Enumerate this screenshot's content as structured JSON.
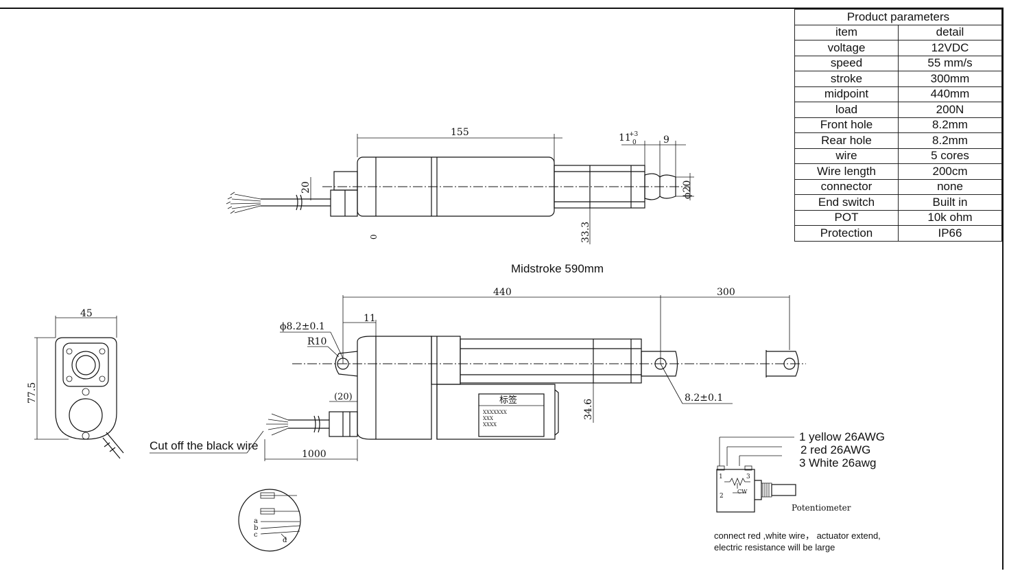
{
  "table": {
    "title": "Product parameters",
    "header": {
      "item": "item",
      "detail": "detail"
    },
    "rows": [
      {
        "item": "voltage",
        "detail": "12VDC"
      },
      {
        "item": "speed",
        "detail": "55 mm/s"
      },
      {
        "item": "stroke",
        "detail": "300mm"
      },
      {
        "item": "midpoint",
        "detail": "440mm"
      },
      {
        "item": "load",
        "detail": "200N"
      },
      {
        "item": "Front hole",
        "detail": "8.2mm"
      },
      {
        "item": "Rear hole",
        "detail": "8.2mm"
      },
      {
        "item": "wire",
        "detail": "5 cores"
      },
      {
        "item": "Wire length",
        "detail": "200cm"
      },
      {
        "item": "connector",
        "detail": "none"
      },
      {
        "item": "End switch",
        "detail": "Built in"
      },
      {
        "item": "POT",
        "detail": "10k ohm"
      },
      {
        "item": "Protection",
        "detail": "IP66"
      }
    ]
  },
  "top_view": {
    "dim_length": "155",
    "dim_tol_base": "11",
    "dim_tol_sup": "+3",
    "dim_tol_sub": "0",
    "dim_end": "9",
    "dim_dia": "ϕ20",
    "dim_height": "20",
    "dim_body": "33.3",
    "mark_zero": "0"
  },
  "midstroke_label": "Midstroke 590mm",
  "side_view": {
    "dim_midpoint": "440",
    "dim_stroke": "300",
    "dim_front_hole": "8.2±0.1",
    "dim_rear_hole": "ϕ8.2±0.1",
    "dim_radius": "R10",
    "dim_offset": "11",
    "dim_gland": "(20)",
    "dim_wire": "1000",
    "dim_height": "34.6",
    "label_title": "标签",
    "label_lines": [
      "XXXXXXX",
      "XXX",
      "XXXX"
    ]
  },
  "end_view": {
    "dim_width": "45",
    "dim_height": "77.5"
  },
  "cut_note": "Cut off the black wire",
  "wire_detail": {
    "a": "a",
    "b": "b",
    "c": "c",
    "d": "d"
  },
  "potentiometer": {
    "wires": [
      "1 yellow 26AWG",
      "2 red 26AWG",
      "3 White 26awg"
    ],
    "caption": "Potentiometer",
    "pin1": "1",
    "pin2": "2",
    "pin3": "3",
    "cw": "CW",
    "note_line1": "connect red ,white wire， actuator extend,",
    "note_line2": "electric resistance will be large"
  }
}
